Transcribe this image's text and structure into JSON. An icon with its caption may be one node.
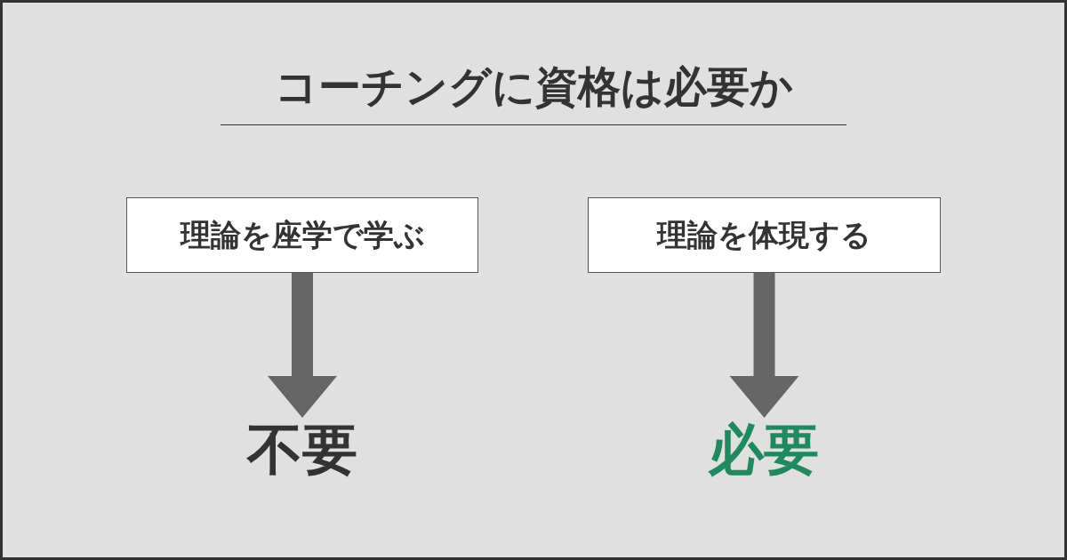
{
  "diagram": {
    "title": "コーチングに資格は必要か",
    "nodes": [
      {
        "text": [
          "理論を座学で学ぶ"
        ]
      },
      {
        "text": [
          "理論を体現する"
        ]
      },
      {
        "text": [
          "不要"
        ]
      },
      {
        "text": [
          "必要"
        ]
      }
    ],
    "edges": [
      {
        "from": 0,
        "to": 2,
        "arrow": "to"
      },
      {
        "from": 1,
        "to": 3,
        "arrow": "to",
        "color": "#666666"
      }
    ]
  }
}
